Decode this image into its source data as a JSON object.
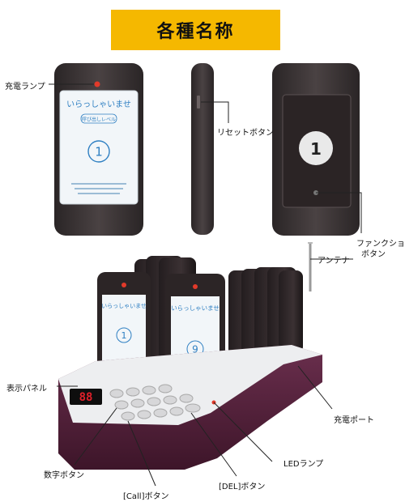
{
  "title": "各種名称",
  "labels": {
    "charge_lamp": "充電ランプ",
    "reset_button": "リセットボタン",
    "function_button_1": "ファンクション",
    "function_button_2": "ボタン",
    "antenna": "アンテナ",
    "display_panel": "表示パネル",
    "charge_port": "充電ポート",
    "led_lamp": "LEDランプ",
    "number_button": "数字ボタン",
    "call_button": "[Call]ボタン",
    "del_button": "[DEL]ボタン"
  },
  "pager_screen": {
    "greeting": "いらっしゃいませ",
    "call_level": "呼び出しレベル",
    "front_number": "1",
    "pager_left_number": "1",
    "pager_right_number": "9",
    "back_number": "1",
    "display_value": "88"
  },
  "colors": {
    "banner": "#f5b800",
    "body": "#3c3536",
    "base": "#5a2540",
    "screen": "#f2f6f9",
    "accent": "#2e7fc2",
    "display": "#e0202a"
  }
}
